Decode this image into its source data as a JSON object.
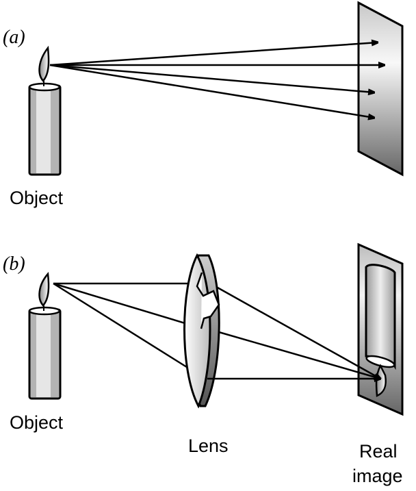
{
  "panels": {
    "a": {
      "label": "(a)",
      "object_label": "Object",
      "ray_count": 4
    },
    "b": {
      "label": "(b)",
      "object_label": "Object",
      "lens_label": "Lens",
      "image_label_line1": "Real",
      "image_label_line2": "image",
      "ray_count": 3
    }
  },
  "colors": {
    "stroke": "#000000",
    "candle_light": "#e6e6e6",
    "candle_mid": "#b3b3b3",
    "screen_light": "#f5f5f5",
    "screen_dark": "#6e6e6e"
  }
}
